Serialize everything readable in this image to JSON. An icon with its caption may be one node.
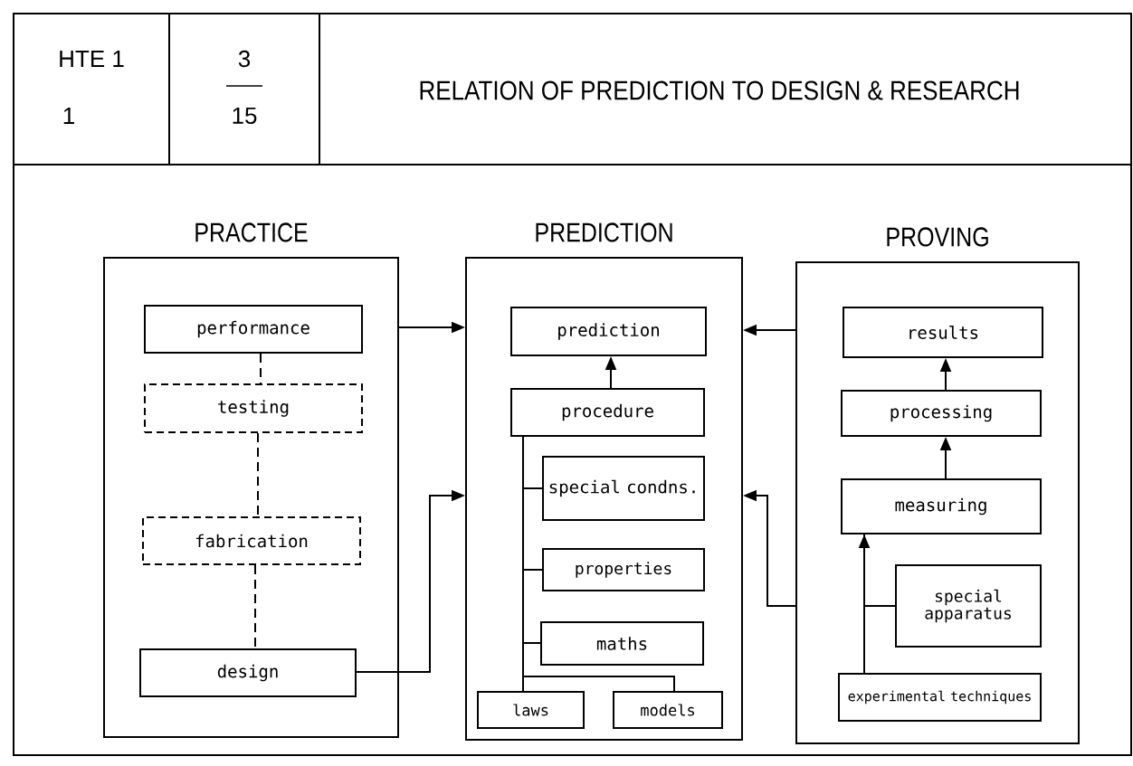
{
  "diagram": {
    "title": "RELATION OF PREDICTION TO DESIGN & RESEARCH",
    "nodes": [
      {
        "text": [
          "HTE 1",
          "1"
        ]
      },
      {
        "text": [
          "3",
          "15"
        ]
      },
      {
        "text": [
          "PRACTICE"
        ]
      },
      {
        "text": [
          "PREDICTION"
        ]
      },
      {
        "text": [
          "PROVING"
        ]
      },
      {
        "text": [
          "performance"
        ],
        "in": 2
      },
      {
        "text": [
          "testing"
        ],
        "in": 2
      },
      {
        "text": [
          "fabrication"
        ],
        "in": 2
      },
      {
        "text": [
          "design"
        ],
        "in": 2
      },
      {
        "text": [
          "prediction"
        ],
        "in": 3
      },
      {
        "text": [
          "procedure"
        ],
        "in": 3
      },
      {
        "text": [
          "special condns."
        ],
        "in": 3
      },
      {
        "text": [
          "properties"
        ],
        "in": 3
      },
      {
        "text": [
          "maths"
        ],
        "in": 3
      },
      {
        "text": [
          "laws"
        ],
        "in": 3
      },
      {
        "text": [
          "models"
        ],
        "in": 3
      },
      {
        "text": [
          "results"
        ],
        "in": 4
      },
      {
        "text": [
          "processing"
        ],
        "in": 4
      },
      {
        "text": [
          "measuring"
        ],
        "in": 4
      },
      {
        "text": [
          "special apparatus"
        ],
        "in": 4
      },
      {
        "text": [
          "experimental techniques"
        ],
        "in": 4
      }
    ],
    "edges": [
      {
        "from": 5,
        "to": 6,
        "arrow": "none",
        "style": "dashed"
      },
      {
        "from": 6,
        "to": 7,
        "arrow": "none",
        "style": "dashed"
      },
      {
        "from": 7,
        "to": 8,
        "arrow": "none",
        "style": "dashed"
      },
      {
        "from": 2,
        "to": 3,
        "arrow": "to"
      },
      {
        "from": 8,
        "to": 3,
        "arrow": "to"
      },
      {
        "from": 4,
        "to": 3,
        "arrow": "to"
      },
      {
        "from": 4,
        "to": 3,
        "arrow": "to"
      },
      {
        "from": 10,
        "to": 9,
        "arrow": "to"
      },
      {
        "from": 10,
        "to": 11,
        "arrow": "none"
      },
      {
        "from": 10,
        "to": 12,
        "arrow": "none"
      },
      {
        "from": 10,
        "to": 13,
        "arrow": "none"
      },
      {
        "from": 10,
        "to": 14,
        "arrow": "none"
      },
      {
        "from": 10,
        "to": 15,
        "arrow": "none"
      },
      {
        "from": 17,
        "to": 16,
        "arrow": "to"
      },
      {
        "from": 18,
        "to": 17,
        "arrow": "to"
      },
      {
        "from": 19,
        "to": 18,
        "arrow": "to"
      },
      {
        "from": 18,
        "to": 20,
        "arrow": "none"
      }
    ]
  }
}
